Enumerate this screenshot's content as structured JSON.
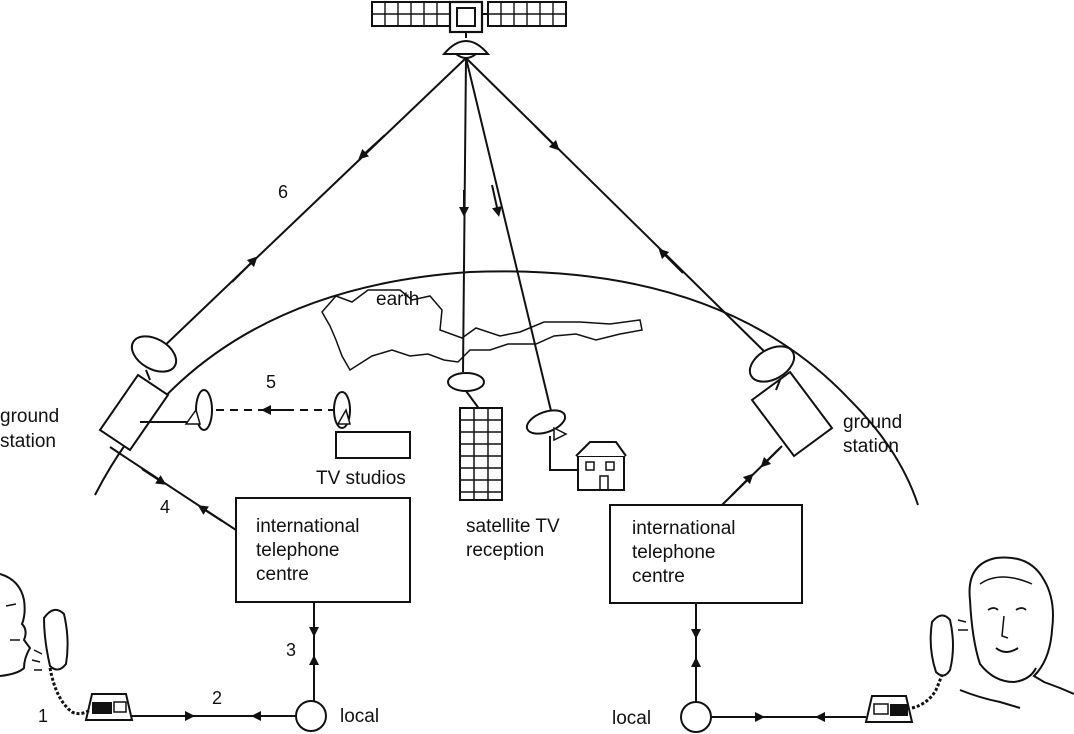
{
  "labels": {
    "earth": "earth",
    "ground_station_left_1": "ground",
    "ground_station_left_2": "station",
    "ground_station_right_1": "ground",
    "ground_station_right_2": "station",
    "tv_studios": "TV studios",
    "satellite_tv_1": "satellite TV",
    "satellite_tv_2": "reception",
    "itc_left_1": "international",
    "itc_left_2": "telephone",
    "itc_left_3": "centre",
    "itc_right_1": "international",
    "itc_right_2": "telephone",
    "itc_right_3": "centre",
    "local_left": "local",
    "local_right": "local"
  },
  "steps": [
    "1",
    "2",
    "3",
    "4",
    "5",
    "6"
  ],
  "icons": [
    "satellite-icon",
    "dish-icon",
    "telephone-icon",
    "house-icon",
    "building-icon",
    "person-icon"
  ]
}
